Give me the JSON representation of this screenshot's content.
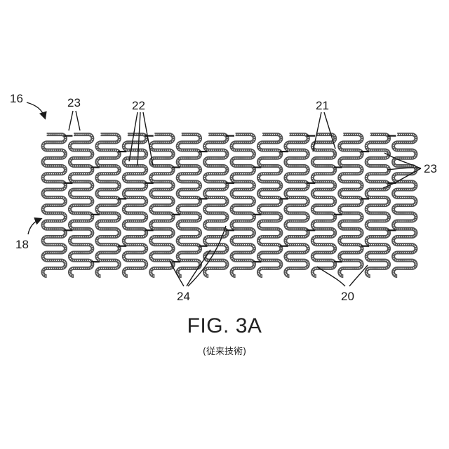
{
  "figure": {
    "title": "FIG. 3A",
    "subtitle": "(従来技術)"
  },
  "reference_labels": {
    "stent": "16",
    "end": "18",
    "connector_right": "23",
    "connector_left": "23",
    "strut_group_left": "22",
    "strut_group_right": "21",
    "crown_bottom_left": "24",
    "crown_bottom_right": "20"
  },
  "stent_pattern": {
    "ring_count": 14,
    "loops_per_ring": 9,
    "style": "serpentine rings joined by short connectors",
    "colors": {
      "strut": "#555555",
      "ink": "#1a1a1a"
    }
  }
}
